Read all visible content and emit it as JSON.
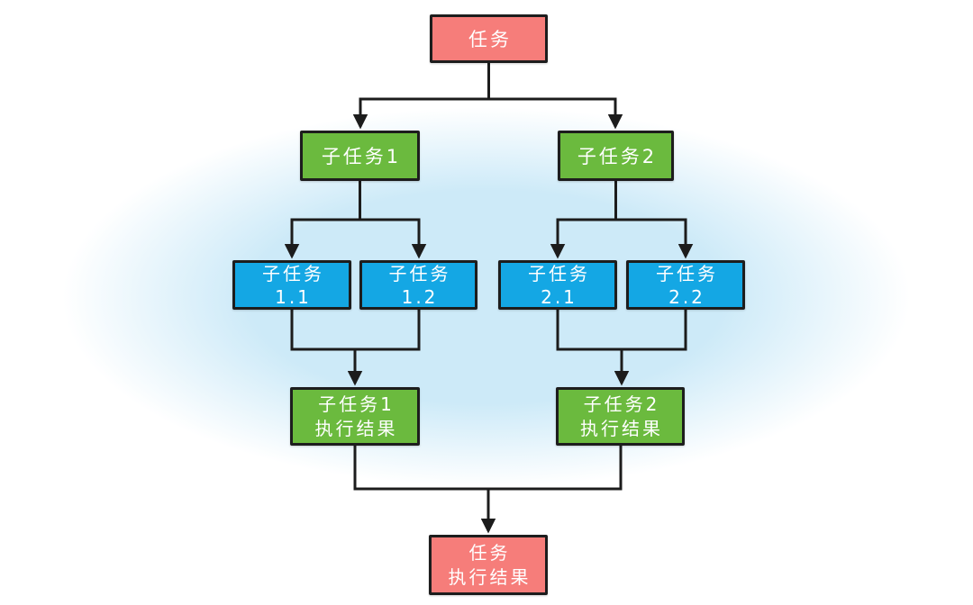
{
  "diagram": {
    "type": "flowchart",
    "description": "task decomposition and result aggregation tree",
    "nodes": {
      "task": {
        "lines": [
          "任务"
        ]
      },
      "sub1": {
        "lines": [
          "子任务1"
        ]
      },
      "sub2": {
        "lines": [
          "子任务2"
        ]
      },
      "sub11": {
        "lines": [
          "子任务",
          "1.1"
        ]
      },
      "sub12": {
        "lines": [
          "子任务",
          "1.2"
        ]
      },
      "sub21": {
        "lines": [
          "子任务",
          "2.1"
        ]
      },
      "sub22": {
        "lines": [
          "子任务",
          "2.2"
        ]
      },
      "res1": {
        "lines": [
          "子任务1",
          "执行结果"
        ]
      },
      "res2": {
        "lines": [
          "子任务2",
          "执行结果"
        ]
      },
      "final": {
        "lines": [
          "任务",
          "执行结果"
        ]
      }
    },
    "edges": [
      {
        "from": "task",
        "to": "sub1"
      },
      {
        "from": "task",
        "to": "sub2"
      },
      {
        "from": "sub1",
        "to": "sub11"
      },
      {
        "from": "sub1",
        "to": "sub12"
      },
      {
        "from": "sub2",
        "to": "sub21"
      },
      {
        "from": "sub2",
        "to": "sub22"
      },
      {
        "from": "sub11",
        "to": "res1"
      },
      {
        "from": "sub12",
        "to": "res1"
      },
      {
        "from": "sub21",
        "to": "res2"
      },
      {
        "from": "sub22",
        "to": "res2"
      },
      {
        "from": "res1",
        "to": "final"
      },
      {
        "from": "res2",
        "to": "final"
      }
    ]
  },
  "colors": {
    "red": "#f67d7a",
    "green": "#6bba3e",
    "blue": "#14a7e4",
    "line": "#1c1c1c",
    "halo": "#cdeaf8",
    "text": "#ffffff"
  }
}
